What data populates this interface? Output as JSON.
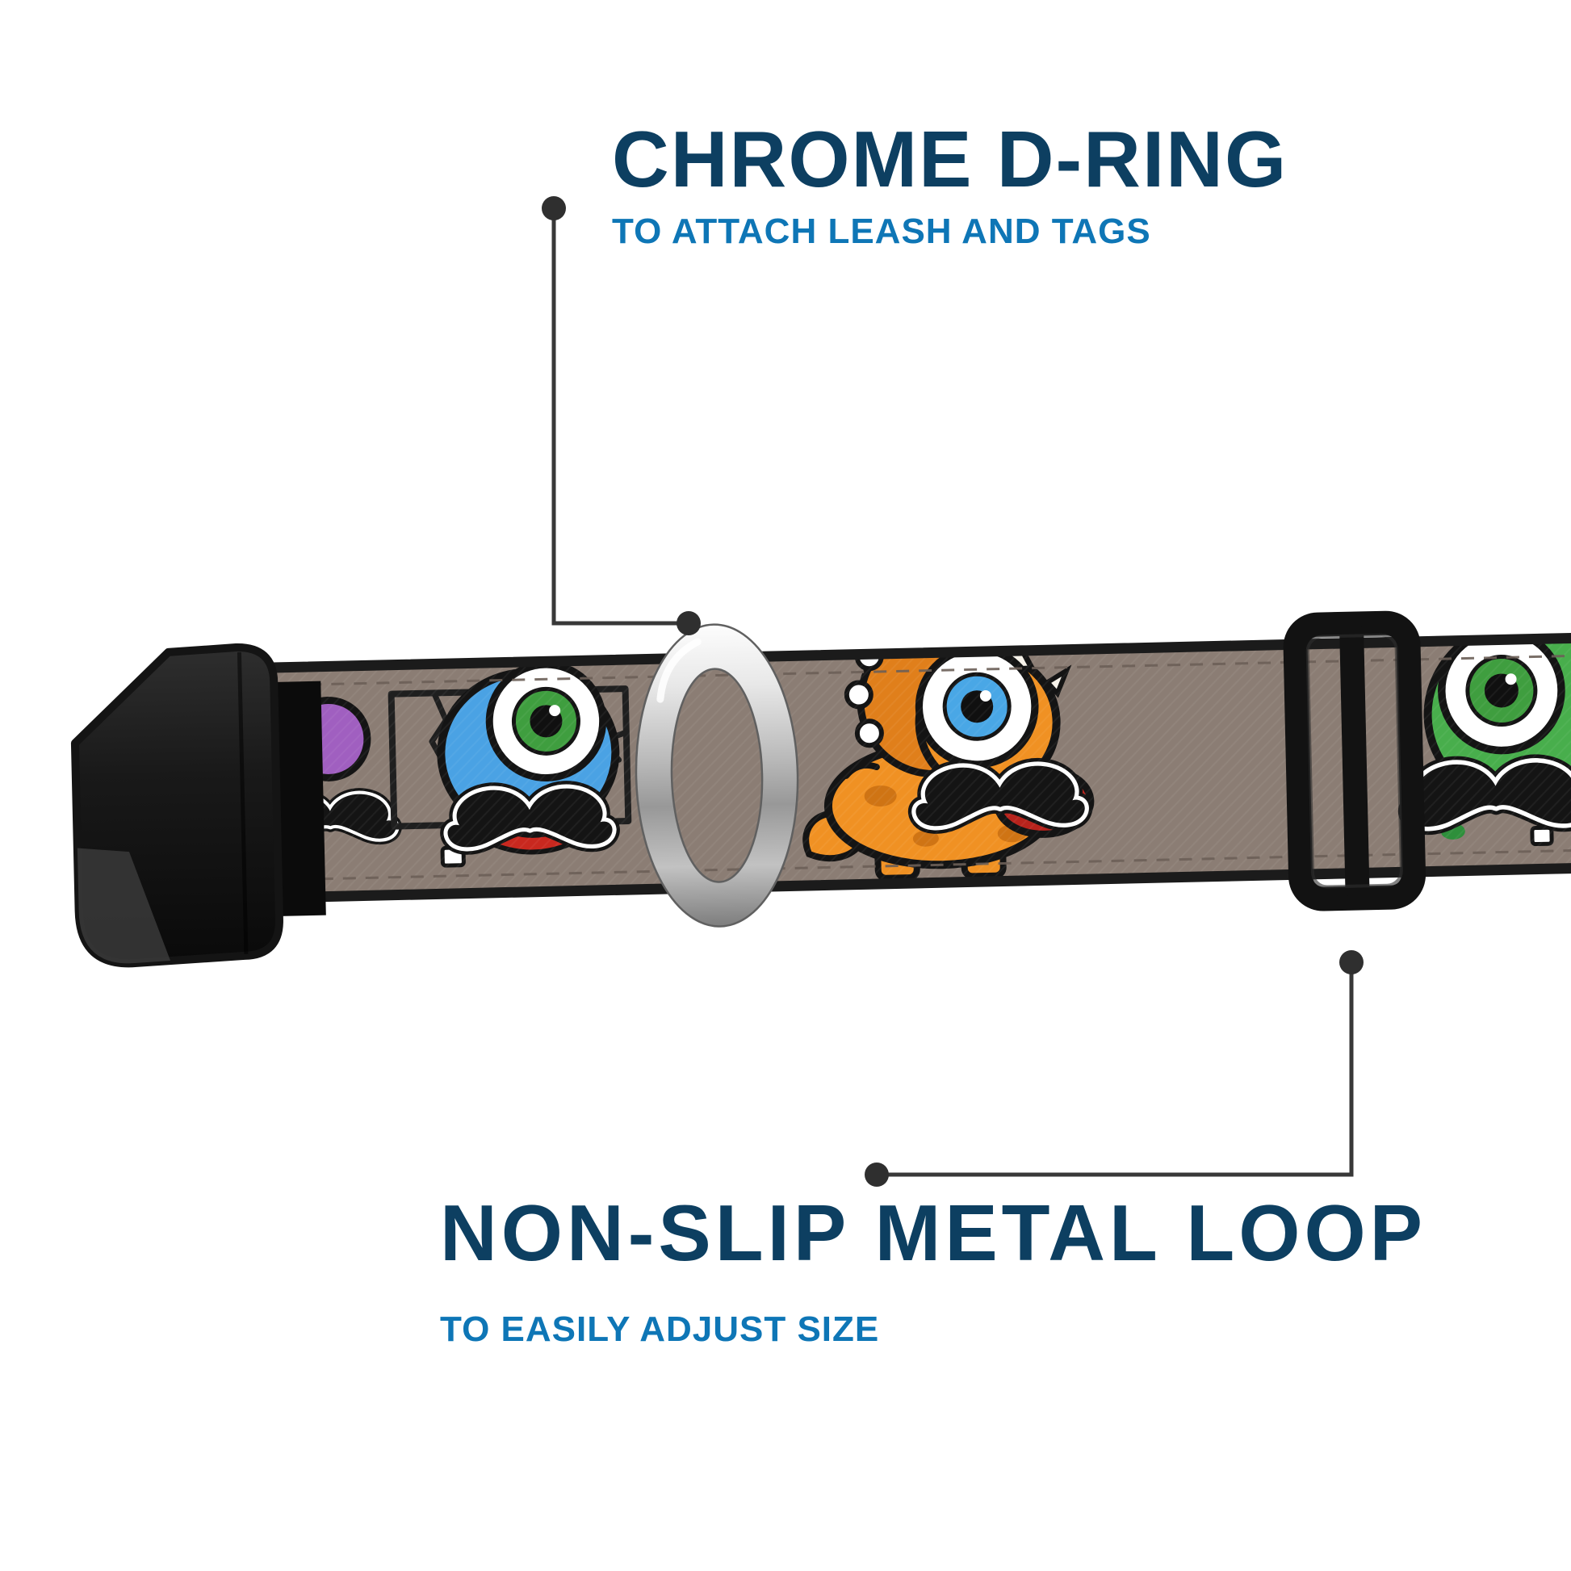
{
  "callouts": {
    "top": {
      "title": "CHROME D-RING",
      "subtitle": "TO ATTACH LEASH AND TAGS"
    },
    "bottom": {
      "title": "NON-SLIP METAL LOOP",
      "subtitle": "TO EASILY ADJUST SIZE"
    }
  },
  "colors": {
    "background": "#ffffff",
    "title_text": "#0d3f61",
    "subtitle_text": "#0e76b6",
    "callout_line": "#383838",
    "callout_dot": "#2f2f2f",
    "strap_taupe": "#8b7d74",
    "strap_outline": "#1b1b1b",
    "buckle_black": "#141414",
    "blue_dino": "#4aa2e4",
    "orange_dino": "#f09123",
    "orange_frill": "#e07f1b",
    "green_dino": "#48ae4c",
    "purple_dino": "#a05fc0",
    "mustache_black": "#141414",
    "mouth_red": "#c9281f",
    "iris_green": "#3f9e3f",
    "iris_blue": "#49a7e6",
    "chrome_light": "#f2f2f2",
    "chrome_dark": "#8a8a8a",
    "metal_loop_black": "#121212"
  }
}
